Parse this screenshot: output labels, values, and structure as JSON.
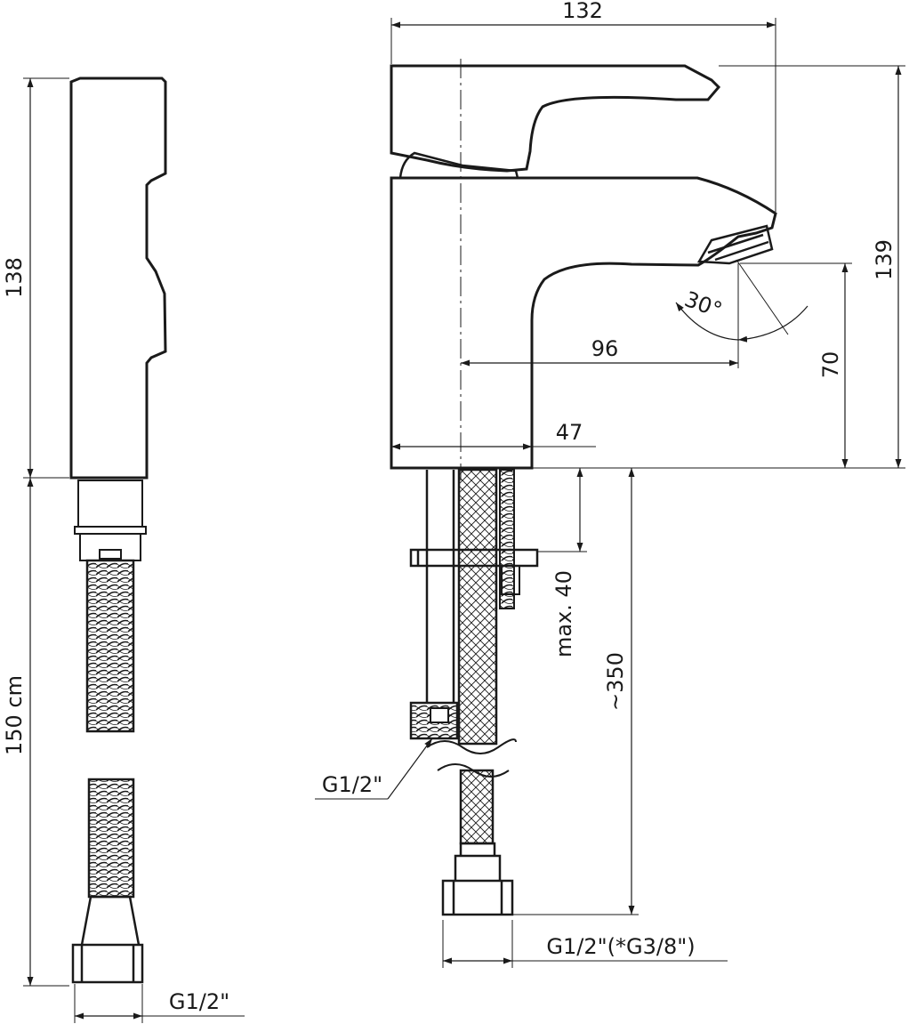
{
  "dimensions": {
    "faucet_width": "132",
    "faucet_height": "139",
    "shower_height": "138",
    "hose_length": "150 cm",
    "spout_reach": "96",
    "spout_height": "70",
    "body_depth": "47",
    "spout_angle": "30°",
    "mounting_max": "max. 40",
    "supply_hose": "~350",
    "thread_faucet": "G1/2\"",
    "thread_supply": "G1/2\"(*G3/8\")",
    "thread_shower": "G1/2\""
  },
  "colors": {
    "line": "#1a1a1a",
    "background": "#ffffff"
  }
}
